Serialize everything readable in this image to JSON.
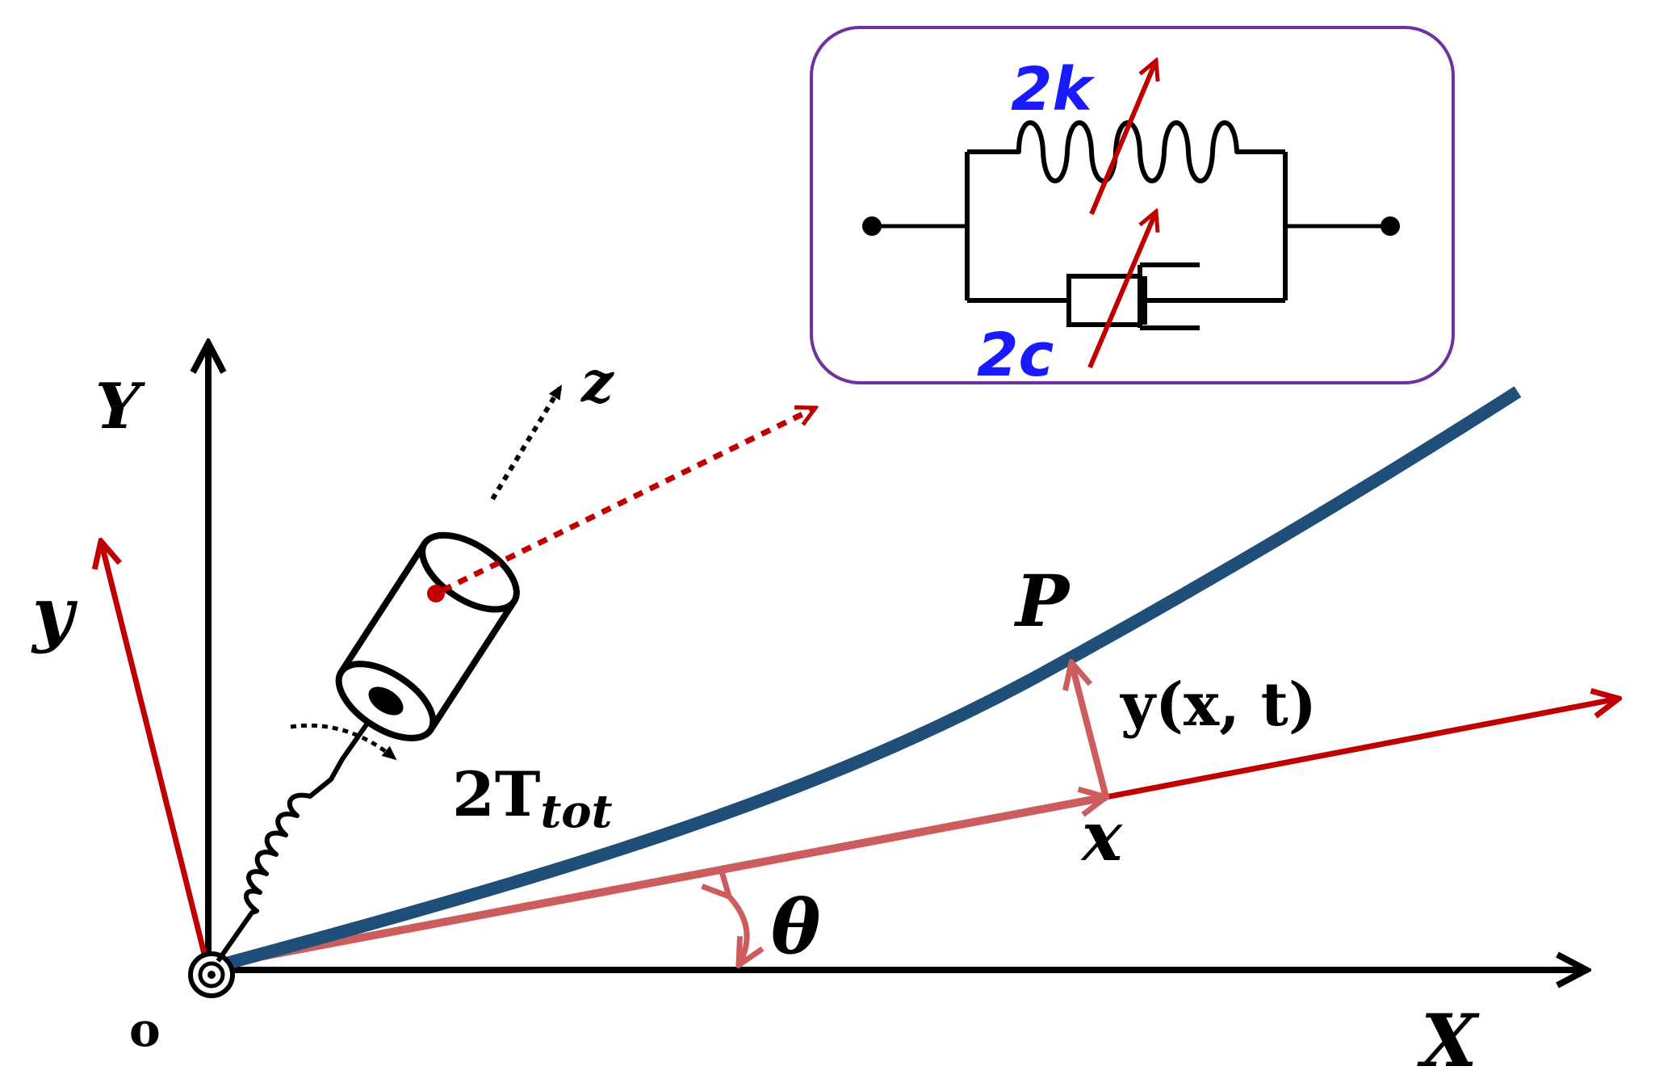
{
  "labels": {
    "axis_X": "X",
    "axis_Y": "Y",
    "origin": "o",
    "axis_x_rot": "x",
    "axis_y_rot": "y",
    "axis_z": "z",
    "point_P": "P",
    "deflection": "y(x, t)",
    "angle": "θ",
    "torque_coef": "2T",
    "torque_sub": "tot",
    "stiffness": "2k",
    "damping": "2c"
  },
  "colors": {
    "axis": "#000000",
    "rotating_frame": "#c00000",
    "rotating_frame_light": "#cd5c5c",
    "beam": "#1f4e79",
    "inset_border": "#7030a0",
    "param_text": "#1a1aff",
    "motor": "#000000",
    "motor_axis_dot": "#c00000"
  },
  "icons": {
    "origin": "pivot-joint-icon",
    "motor": "cylinder-motor-icon",
    "spring": "torsion-spring-icon",
    "inset": "spring-damper-icon"
  }
}
